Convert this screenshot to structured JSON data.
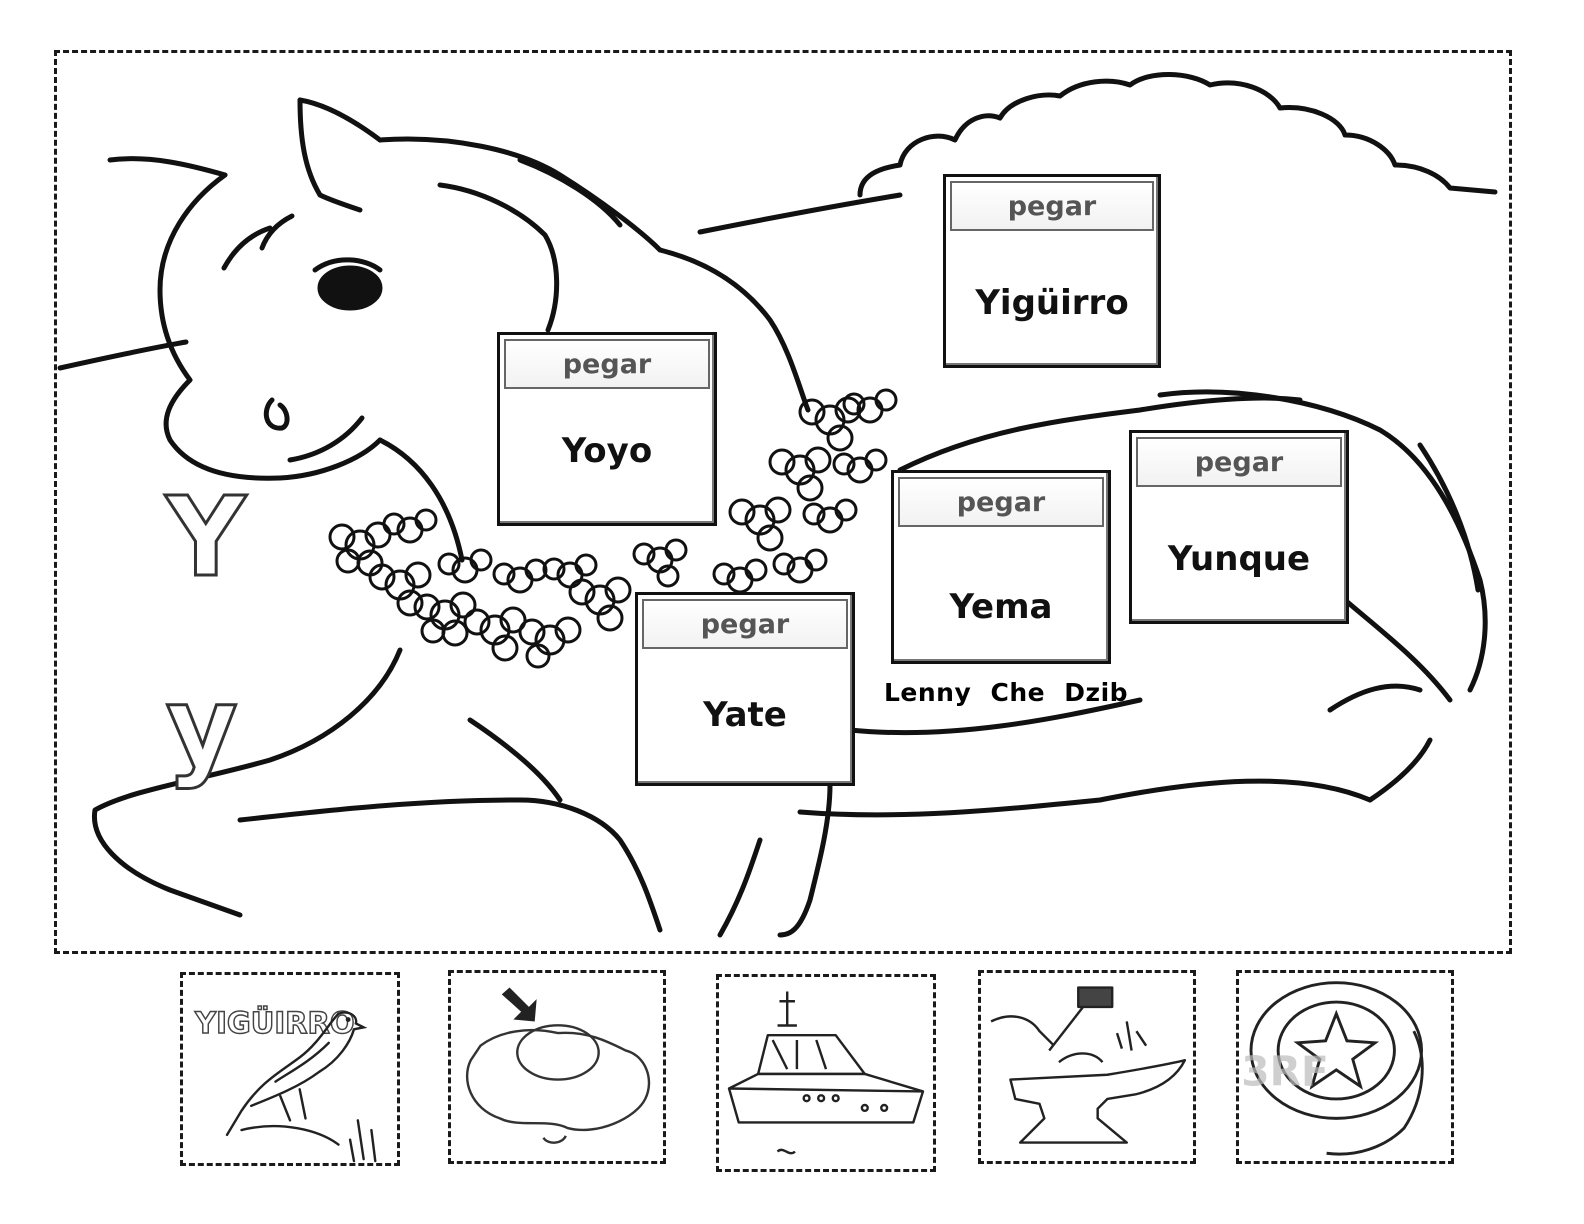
{
  "letters": {
    "upper": "Y",
    "lower": "y"
  },
  "cards": [
    {
      "label": "pegar",
      "word": "Yigüirro"
    },
    {
      "label": "pegar",
      "word": "Yoyo"
    },
    {
      "label": "pegar",
      "word": "Yema"
    },
    {
      "label": "pegar",
      "word": "Yunque"
    },
    {
      "label": "pegar",
      "word": "Yate"
    }
  ],
  "author": "Lenny Che Dzib",
  "pictures": {
    "bird_caption": "YIGÜIRRO",
    "yoyo_watermark": "3RF"
  },
  "icons": [
    "horse-illustration",
    "bird-icon",
    "fried-egg-icon",
    "boat-icon",
    "anvil-icon",
    "yoyo-icon"
  ]
}
